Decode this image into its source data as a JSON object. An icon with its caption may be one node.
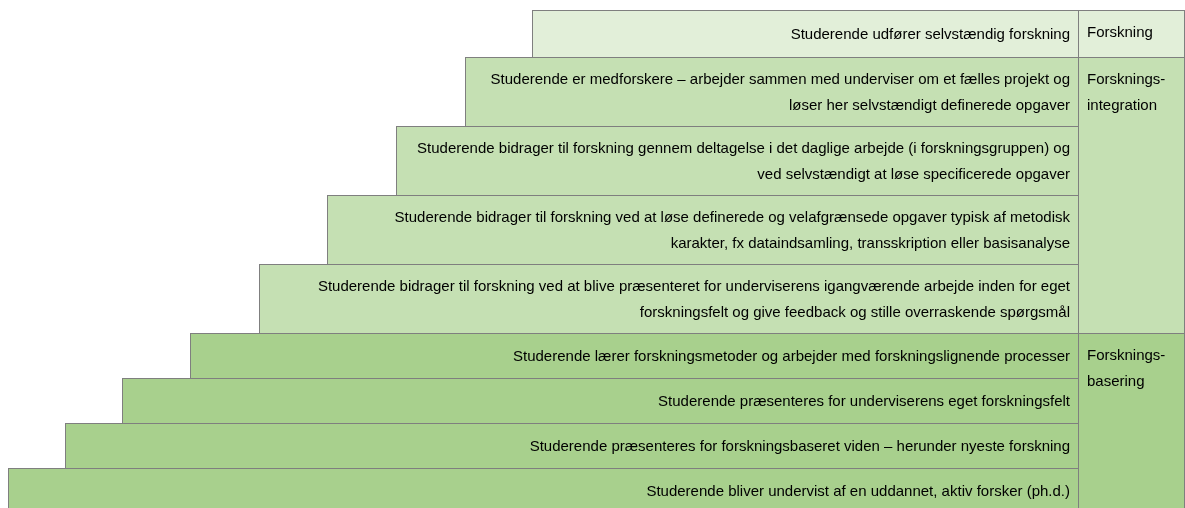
{
  "diagram": {
    "nodes": [
      {
        "text": [
          "Studerende udfører  selvstændig forskning"
        ]
      },
      {
        "text": [
          "Studerende er medforskere – arbejder sammen med underviser om et fælles projekt og løser her selvstændigt definerede opgaver"
        ]
      },
      {
        "text": [
          "Studerende bidrager til forskning gennem deltagelse i det daglige arbejde (i forskningsgruppen) og ved selvstændigt at løse specificerede opgaver"
        ]
      },
      {
        "text": [
          "Studerende bidrager til forskning ved at løse definerede og velafgrænsede opgaver typisk af metodisk karakter, fx dataindsamling, transskription eller basisanalyse"
        ]
      },
      {
        "text": [
          "Studerende bidrager til forskning ved at blive præsenteret for underviserens igangværende arbejde inden for eget forskningsfelt og give feedback og stille overraskende spørgsmål"
        ]
      },
      {
        "text": [
          "Studerende lærer forskningsmetoder og arbejder med forskningslignende processer"
        ]
      },
      {
        "text": [
          "Studerende præsenteres for underviserens eget forskningsfelt"
        ]
      },
      {
        "text": [
          "Studerende præsenteres for forskningsbaseret viden – herunder nyeste forskning"
        ]
      },
      {
        "text": [
          "Studerende bliver undervist af en uddannet, aktiv forsker (ph.d.)"
        ]
      },
      {
        "text": [
          "Forskning"
        ]
      },
      {
        "text": [
          "Forsknings- integration"
        ]
      },
      {
        "text": [
          "Forsknings- basering"
        ]
      }
    ]
  }
}
